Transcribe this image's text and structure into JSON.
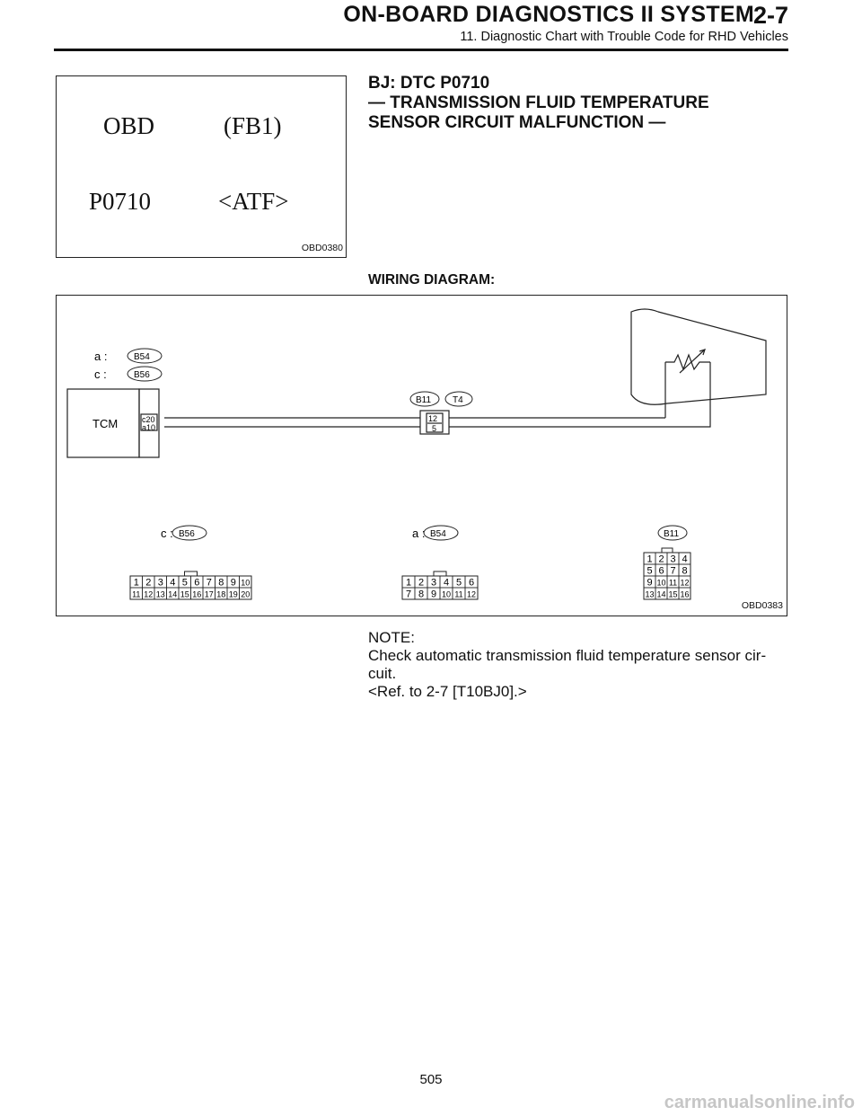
{
  "header": {
    "title": "ON-BOARD DIAGNOSTICS II SYSTEM",
    "code": "2-7",
    "subtitle": "11. Diagnostic Chart with Trouble Code for RHD Vehicles"
  },
  "dtc_display": {
    "line1_left": "OBD",
    "line1_right": "(FB1)",
    "line2_left": "P0710",
    "line2_right": "<ATF>",
    "figure_id": "OBD0380"
  },
  "section": {
    "heading_line1": "BJ:  DTC P0710",
    "heading_line2": "— TRANSMISSION FLUID TEMPERATURE",
    "heading_line3": "SENSOR CIRCUIT MALFUNCTION —",
    "wiring_label": "WIRING DIAGRAM:"
  },
  "wiring": {
    "figure_id": "OBD0383",
    "legend_a_prefix": "a :",
    "legend_a": "B54",
    "legend_c_prefix": "c :",
    "legend_c": "B56",
    "tcm_label": "TCM",
    "tcm_pin_upper": "c20",
    "tcm_pin_lower": "a10",
    "conn_b11": "B11",
    "conn_t4": "T4",
    "junction_upper": "12",
    "junction_lower": "5",
    "bottom_c_prefix": "c :",
    "bottom_c": "B56",
    "bottom_a_prefix": "a :",
    "bottom_a": "B54",
    "bottom_b11": "B11",
    "b56_pins": [
      [
        "1",
        "2",
        "3",
        "4",
        "5",
        "6",
        "7",
        "8",
        "9",
        "10"
      ],
      [
        "11",
        "12",
        "13",
        "14",
        "15",
        "16",
        "17",
        "18",
        "19",
        "20"
      ]
    ],
    "b54_pins": [
      [
        "1",
        "2",
        "3",
        "4",
        "5",
        "6"
      ],
      [
        "7",
        "8",
        "9",
        "10",
        "11",
        "12"
      ]
    ],
    "b11_pins": [
      [
        "1",
        "2",
        "3",
        "4"
      ],
      [
        "5",
        "6",
        "7",
        "8"
      ],
      [
        "9",
        "10",
        "11",
        "12"
      ],
      [
        "13",
        "14",
        "15",
        "16"
      ]
    ]
  },
  "note": {
    "label": "NOTE:",
    "line1": "Check automatic transmission fluid temperature sensor cir-",
    "line2": "cuit.",
    "line3": "<Ref. to 2-7 [T10BJ0].>"
  },
  "page_number": "505",
  "footer": "carmanualsonline.info"
}
